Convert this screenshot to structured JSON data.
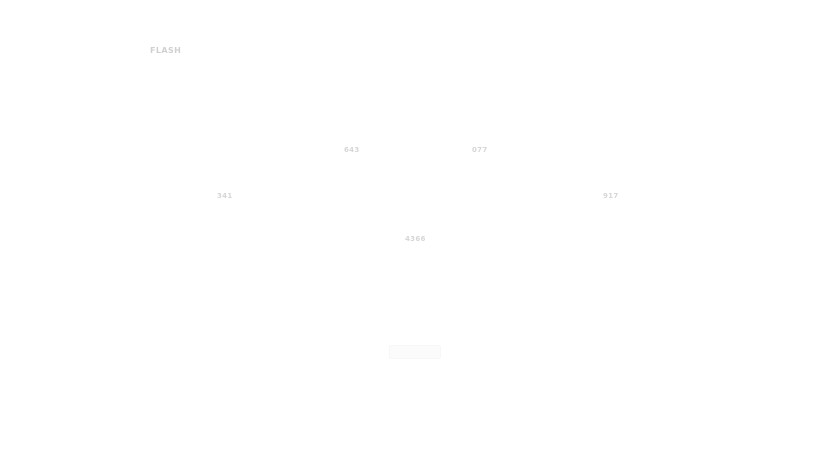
{
  "app": {
    "brand": "FLASH"
  },
  "nodes": {
    "left_top": "643",
    "right_top": "077",
    "far_left": "341",
    "far_right": "917",
    "center": "4366"
  },
  "colors": {
    "background": "#ffffff",
    "label_gray": "#d6d6d6",
    "brand_gray": "#d0d0d0"
  }
}
